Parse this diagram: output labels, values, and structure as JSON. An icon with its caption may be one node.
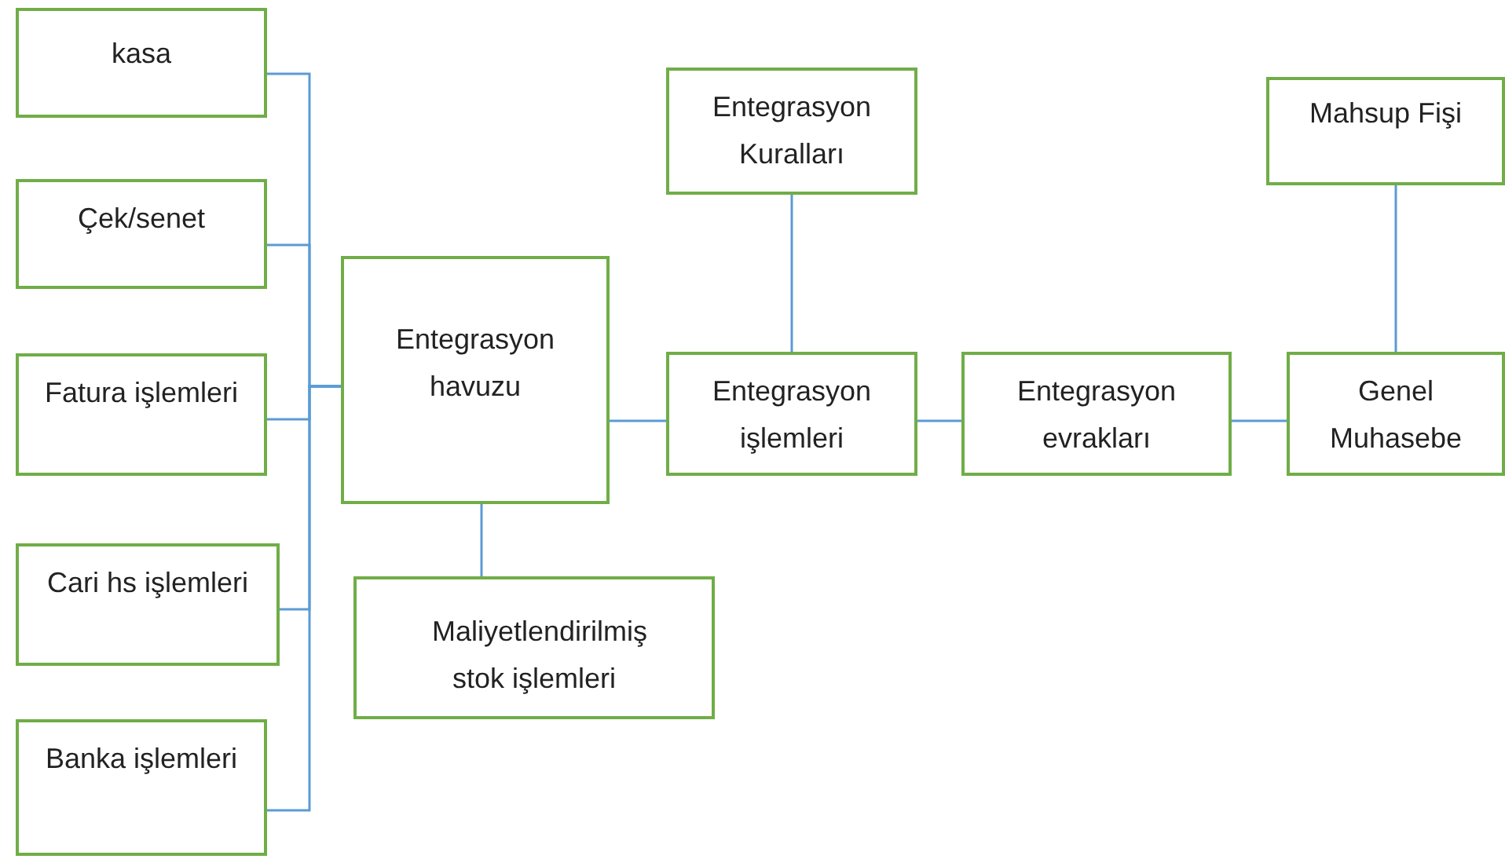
{
  "diagram": {
    "nodes": [
      {
        "text": [
          "kasa"
        ]
      },
      {
        "text": [
          "Çek/senet"
        ]
      },
      {
        "text": [
          "Fatura işlemleri"
        ]
      },
      {
        "text": [
          "Cari hs işlemleri"
        ]
      },
      {
        "text": [
          "Banka işlemleri"
        ]
      },
      {
        "text": [
          "Entegrasyon havuzu"
        ]
      },
      {
        "text": [
          "Maliyetlendirilmiş stok işlemleri"
        ]
      },
      {
        "text": [
          "Entegrasyon Kuralları"
        ]
      },
      {
        "text": [
          "Entegrasyon işlemleri"
        ]
      },
      {
        "text": [
          "Entegrasyon evrakları"
        ]
      },
      {
        "text": [
          "Mahsup Fişi"
        ]
      },
      {
        "text": [
          "Genel Muhasebe"
        ]
      }
    ],
    "edges": [
      {
        "from": 0,
        "to": 5,
        "arrow": "none"
      },
      {
        "from": 1,
        "to": 5,
        "arrow": "none"
      },
      {
        "from": 2,
        "to": 5,
        "arrow": "none"
      },
      {
        "from": 3,
        "to": 5,
        "arrow": "none"
      },
      {
        "from": 4,
        "to": 5,
        "arrow": "none"
      },
      {
        "from": 5,
        "to": 6,
        "arrow": "none"
      },
      {
        "from": 5,
        "to": 8,
        "arrow": "none"
      },
      {
        "from": 7,
        "to": 8,
        "arrow": "none"
      },
      {
        "from": 8,
        "to": 9,
        "arrow": "none"
      },
      {
        "from": 9,
        "to": 11,
        "arrow": "none"
      },
      {
        "from": 10,
        "to": 11,
        "arrow": "none"
      }
    ]
  }
}
